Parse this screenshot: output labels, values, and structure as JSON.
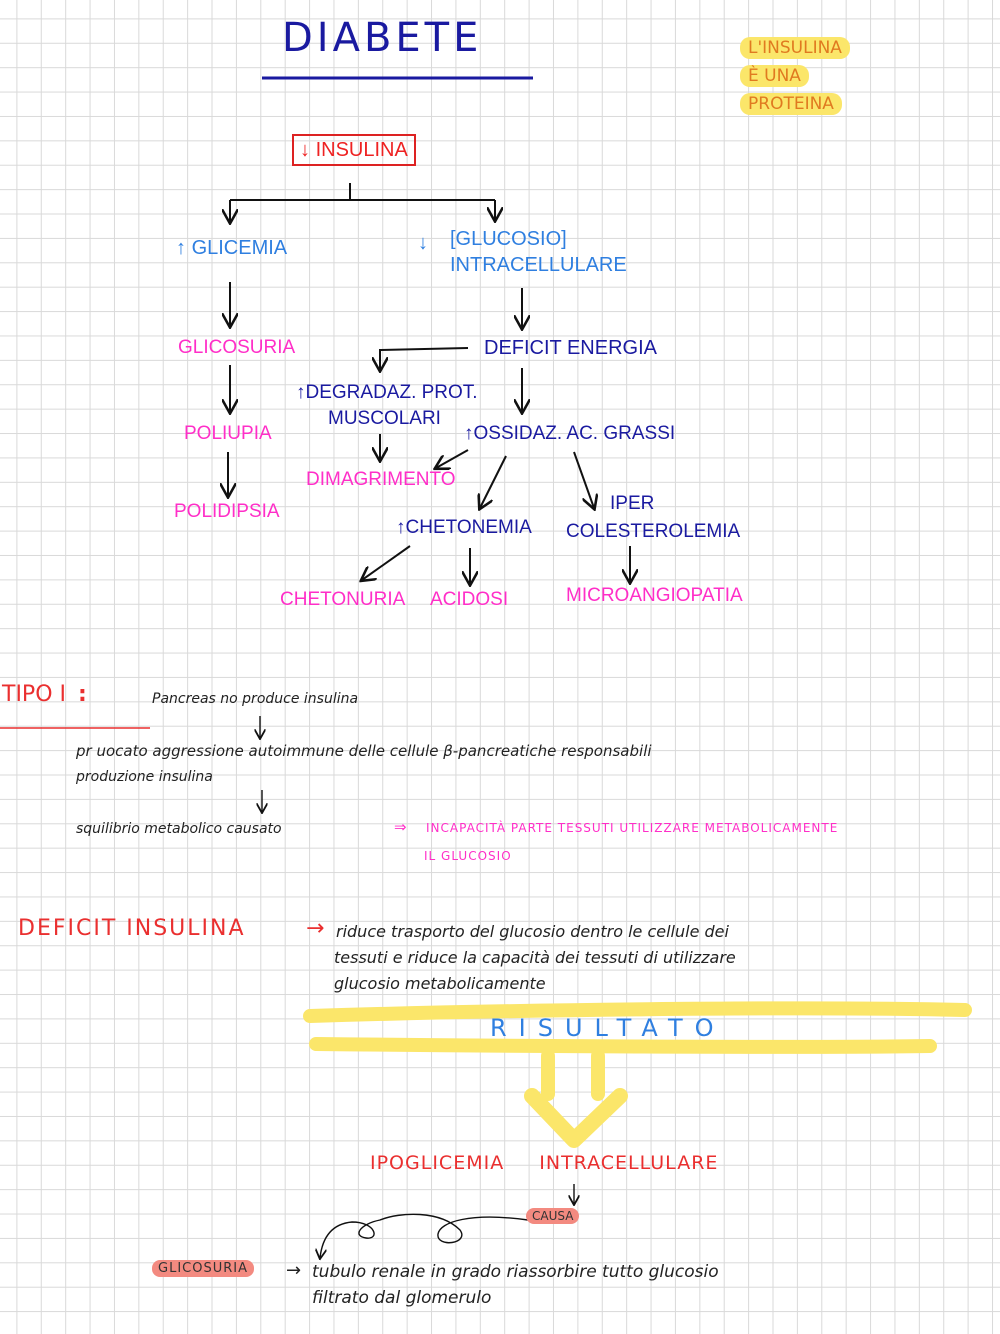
{
  "title": "DIABETE",
  "note": {
    "line1": "L'INSULINA",
    "line2": "È UNA",
    "line3": "PROTEINA"
  },
  "map": {
    "root": {
      "arrow": "↓",
      "label": "INSULINA"
    },
    "glicemia": {
      "arrow": "↑",
      "label": "GLICEMIA"
    },
    "glucosio": {
      "arrow": "↓",
      "line1": "[GLUCOSIO]",
      "line2": "INTRACELLULARE"
    },
    "glicosuria": "GLICOSURIA",
    "poliuria": "POLIUPIA",
    "polidipsia": "POLIDIPSIA",
    "deficit_energia": "DEFICIT ENERGIA",
    "degradaz": {
      "arrow": "↑",
      "line1": "DEGRADAZ. PROT.",
      "line2": "MUSCOLARI"
    },
    "ossidaz": {
      "arrow": "↑",
      "label": "OSSIDAZ. AC. GRASSI"
    },
    "dimagrimento": "DIMAGRIMENTO",
    "chetonemia": {
      "arrow": "↑",
      "label": "CHETONEMIA"
    },
    "ipercolesterolemia": {
      "line1": "IPER",
      "line2": "COLESTEROLEMIA"
    },
    "chetonuria": "CHETONURIA",
    "acidosi": "ACIDOSI",
    "microangiopatia": "MICROANGIOPATIA"
  },
  "tipo1": {
    "heading": "TIPO I",
    "text1": "Pancreas no   produce insulina",
    "text2": "pr uocato   aggressione   autoimmune  delle  cellule  β-pancreatiche  responsabili",
    "text3": "produzione  insulina",
    "text4": "squilibrio  metabolico  causato",
    "arrow_text": "⇒",
    "result1": "INCAPACITÀ  PARTE  TESSUTI  UTILIZZARE  METABOLICAMENTE",
    "result2": "IL  GLUCOSIO"
  },
  "deficit": {
    "heading": "DEFICIT  INSULINA",
    "arrow": "→",
    "text1": "riduce  trasporto  del  glucosio  dentro  le  cellule  dei",
    "text2": "tessuti  e  riduce  la  capacità  dei  tessuti  di  utilizzare",
    "text3": "glucosio  metabolicamente"
  },
  "risultato": "RISULTATO",
  "ipoglicemia": {
    "word1": "IPOGLICEMIA",
    "word2": "INTRACELLULARE"
  },
  "causa": "CAUSA",
  "glicosuria2": {
    "label": "GLICOSURIA",
    "arrow": "→",
    "text1": "tubulo  renale  in  grado  riassorbire  tutto  glucosio",
    "text2": "filtrato  dal  glomerulo"
  }
}
